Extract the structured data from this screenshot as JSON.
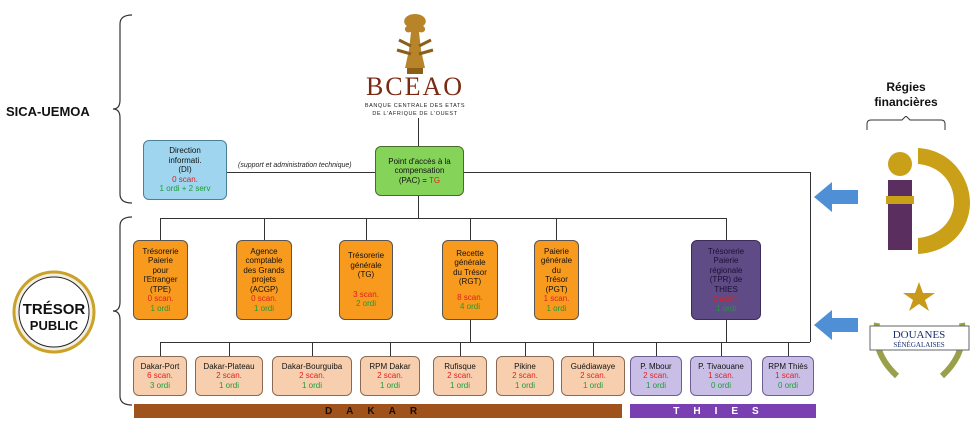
{
  "sica_label": "SICA-UEMOA",
  "regies_label": "Régies financières",
  "bceao": {
    "name": "BCEAO",
    "line1": "BANQUE CENTRALE DES ETATS",
    "line2": "DE L'AFRIQUE DE L'OUEST"
  },
  "tresor_logo": {
    "line1": "TRÉSOR",
    "line2": "PUBLIC"
  },
  "douanes_logo": {
    "line1": "DOUANES",
    "line2": "SÉNÉGALAISES"
  },
  "support_text": "(support et administration technique)",
  "di": {
    "l1": "Direction",
    "l2": "informati.",
    "l3": "(DI)",
    "scan": "0 scan.",
    "ordi": "1 ordi + 2 serv"
  },
  "pac": {
    "l1": "Point d'accès à la",
    "l2": "compensation",
    "l3a": "(PAC) = ",
    "l3b": "TG"
  },
  "level2": [
    {
      "lines": [
        "Trésorerie",
        "Paierie",
        "pour",
        "l'Etranger",
        "(TPE)"
      ],
      "scan": "0 scan.",
      "ordi": "1 ordi"
    },
    {
      "lines": [
        "Agence",
        "comptable",
        "des Grands",
        "projets",
        "(ACGP)"
      ],
      "scan": "0 scan.",
      "ordi": "1 ordi"
    },
    {
      "lines": [
        "Trésorerie",
        "générale",
        "(TG)"
      ],
      "scan": "3 scan.",
      "ordi": "2 ordi"
    },
    {
      "lines": [
        "Recette",
        "générale",
        "du Trésor",
        "(RGT)"
      ],
      "scan": "8 scan.",
      "ordi": "4 ordi"
    },
    {
      "lines": [
        "Paierie",
        "générale",
        "du",
        "Trésor",
        "(PGT)"
      ],
      "scan": "1 scan.",
      "ordi": "1 ordi"
    },
    {
      "lines": [
        "Trésorerie",
        "Paierie",
        "régionale",
        "(TPR) de",
        "THIES"
      ],
      "scan": "2 scan.",
      "ordi": "1 ordi"
    }
  ],
  "level3": [
    {
      "name": "Dakar-Port",
      "scan": "6 scan.",
      "ordi": "3 ordi"
    },
    {
      "name": "Dakar-Plateau",
      "scan": "2 scan.",
      "ordi": "1 ordi"
    },
    {
      "name": "Dakar-Bourguiba",
      "scan": "2 scan.",
      "ordi": "1 ordi"
    },
    {
      "name": "RPM Dakar",
      "scan": "2 scan.",
      "ordi": "1 ordi"
    },
    {
      "name": "Rufisque",
      "scan": "2 scan.",
      "ordi": "1 ordi"
    },
    {
      "name": "Pikine",
      "scan": "2 scan.",
      "ordi": "1 ordi"
    },
    {
      "name": "Guédiawaye",
      "scan": "2 scan.",
      "ordi": "1 ordi"
    },
    {
      "name": "P. Mbour",
      "scan": "2 scan.",
      "ordi": "1 ordi"
    },
    {
      "name": "P. Tivaouane",
      "scan": "1 scan.",
      "ordi": "0 ordi"
    },
    {
      "name": "RPM Thiès",
      "scan": "1 scan.",
      "ordi": "0 ordi"
    }
  ],
  "regions": {
    "dakar": "DAKAR",
    "thies": "THIES"
  },
  "colors": {
    "orange": "#f79a1e",
    "peach": "#f8cfae",
    "lavender": "#c9bfe6",
    "purple": "#5f4b86",
    "green": "#86d35a",
    "blue": "#9fd5ef",
    "dakar_bar": "#a0521d",
    "thies_bar": "#7a3fb0",
    "arrow": "#4f8fd6",
    "scan_red": "#e02020",
    "ordi_green": "#1f9b3a"
  }
}
